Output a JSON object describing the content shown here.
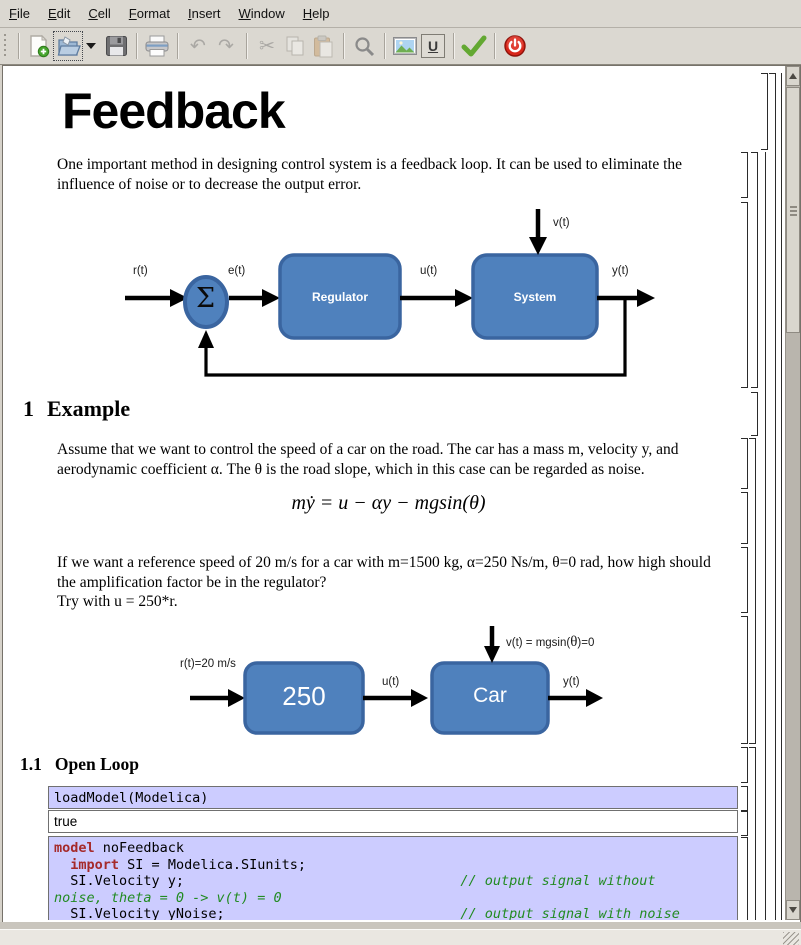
{
  "menu": {
    "items": [
      "File",
      "Edit",
      "Cell",
      "Format",
      "Insert",
      "Window",
      "Help"
    ]
  },
  "toolbar": {
    "underline_glyph": "U",
    "icons": [
      "new-document",
      "open-notebook",
      "open-dropdown",
      "save",
      "print",
      "undo",
      "redo",
      "cut",
      "copy",
      "paste",
      "search",
      "insert-image",
      "underline",
      "evaluate-check",
      "quit-power"
    ]
  },
  "doc": {
    "title": "Feedback",
    "intro_lines": [
      "One important method in designing control system is a feedback loop. It can be used to eliminate the",
      "influence of noise or to decrease the output error."
    ],
    "h1_num": "1",
    "h1_text": "Example",
    "assume_lines": [
      "Assume that we want to control the speed of a car on the road. The car has a mass m, velocity y, and",
      "aerodynamic coefficient α. The θ is the road slope, which in this case can be regarded as noise."
    ],
    "formula": "mẏ = u − αy − mgsin(θ)",
    "speed_lines": [
      "If we want a reference speed of 20 m/s for a car with m=1500 kg, α=250 Ns/m, θ=0 rad, how high should",
      "the amplification factor be in the regulator?",
      "Try with u = 250*r."
    ],
    "h2_num": "1.1",
    "h2_text": "Open Loop",
    "diagram1": {
      "r": "r(t)",
      "e": "e(t)",
      "u": "u(t)",
      "v": "v(t)",
      "y": "y(t)",
      "sum": "Σ",
      "regulator": "Regulator",
      "system": "System"
    },
    "diagram2": {
      "r": "r(t)=20 m/s",
      "u": "u(t)",
      "y": "y(t)",
      "v_pre": "v(t) = mgsin(",
      "v_theta": "θ",
      "v_post": ")=0",
      "gain": "250",
      "car": "Car"
    },
    "cells": {
      "input1": "loadModel(Modelica)",
      "output1": "true",
      "code_lines": [
        [
          {
            "c": "kw",
            "t": "model"
          },
          {
            "c": "pl",
            "t": " noFeedback"
          }
        ],
        [
          {
            "c": "pl",
            "t": "  "
          },
          {
            "c": "kw",
            "t": "import"
          },
          {
            "c": "pl",
            "t": " SI = Modelica.SIunits;"
          }
        ],
        [
          {
            "c": "pl",
            "t": "  SI.Velocity y;                                  "
          },
          {
            "c": "cm",
            "t": "// output signal without"
          }
        ],
        [
          {
            "c": "cm",
            "t": "noise, theta = 0 -> v(t) = 0"
          }
        ],
        [
          {
            "c": "pl",
            "t": "  SI.Velocity yNoise;                             "
          },
          {
            "c": "cm",
            "t": "// output signal with noise"
          }
        ]
      ]
    }
  },
  "colors": {
    "block_fill": "#4f81bd",
    "block_border": "#3a65a0",
    "input_cell_bg": "#ccccff",
    "keyword": "#a52a2a",
    "comment": "#228b22"
  }
}
